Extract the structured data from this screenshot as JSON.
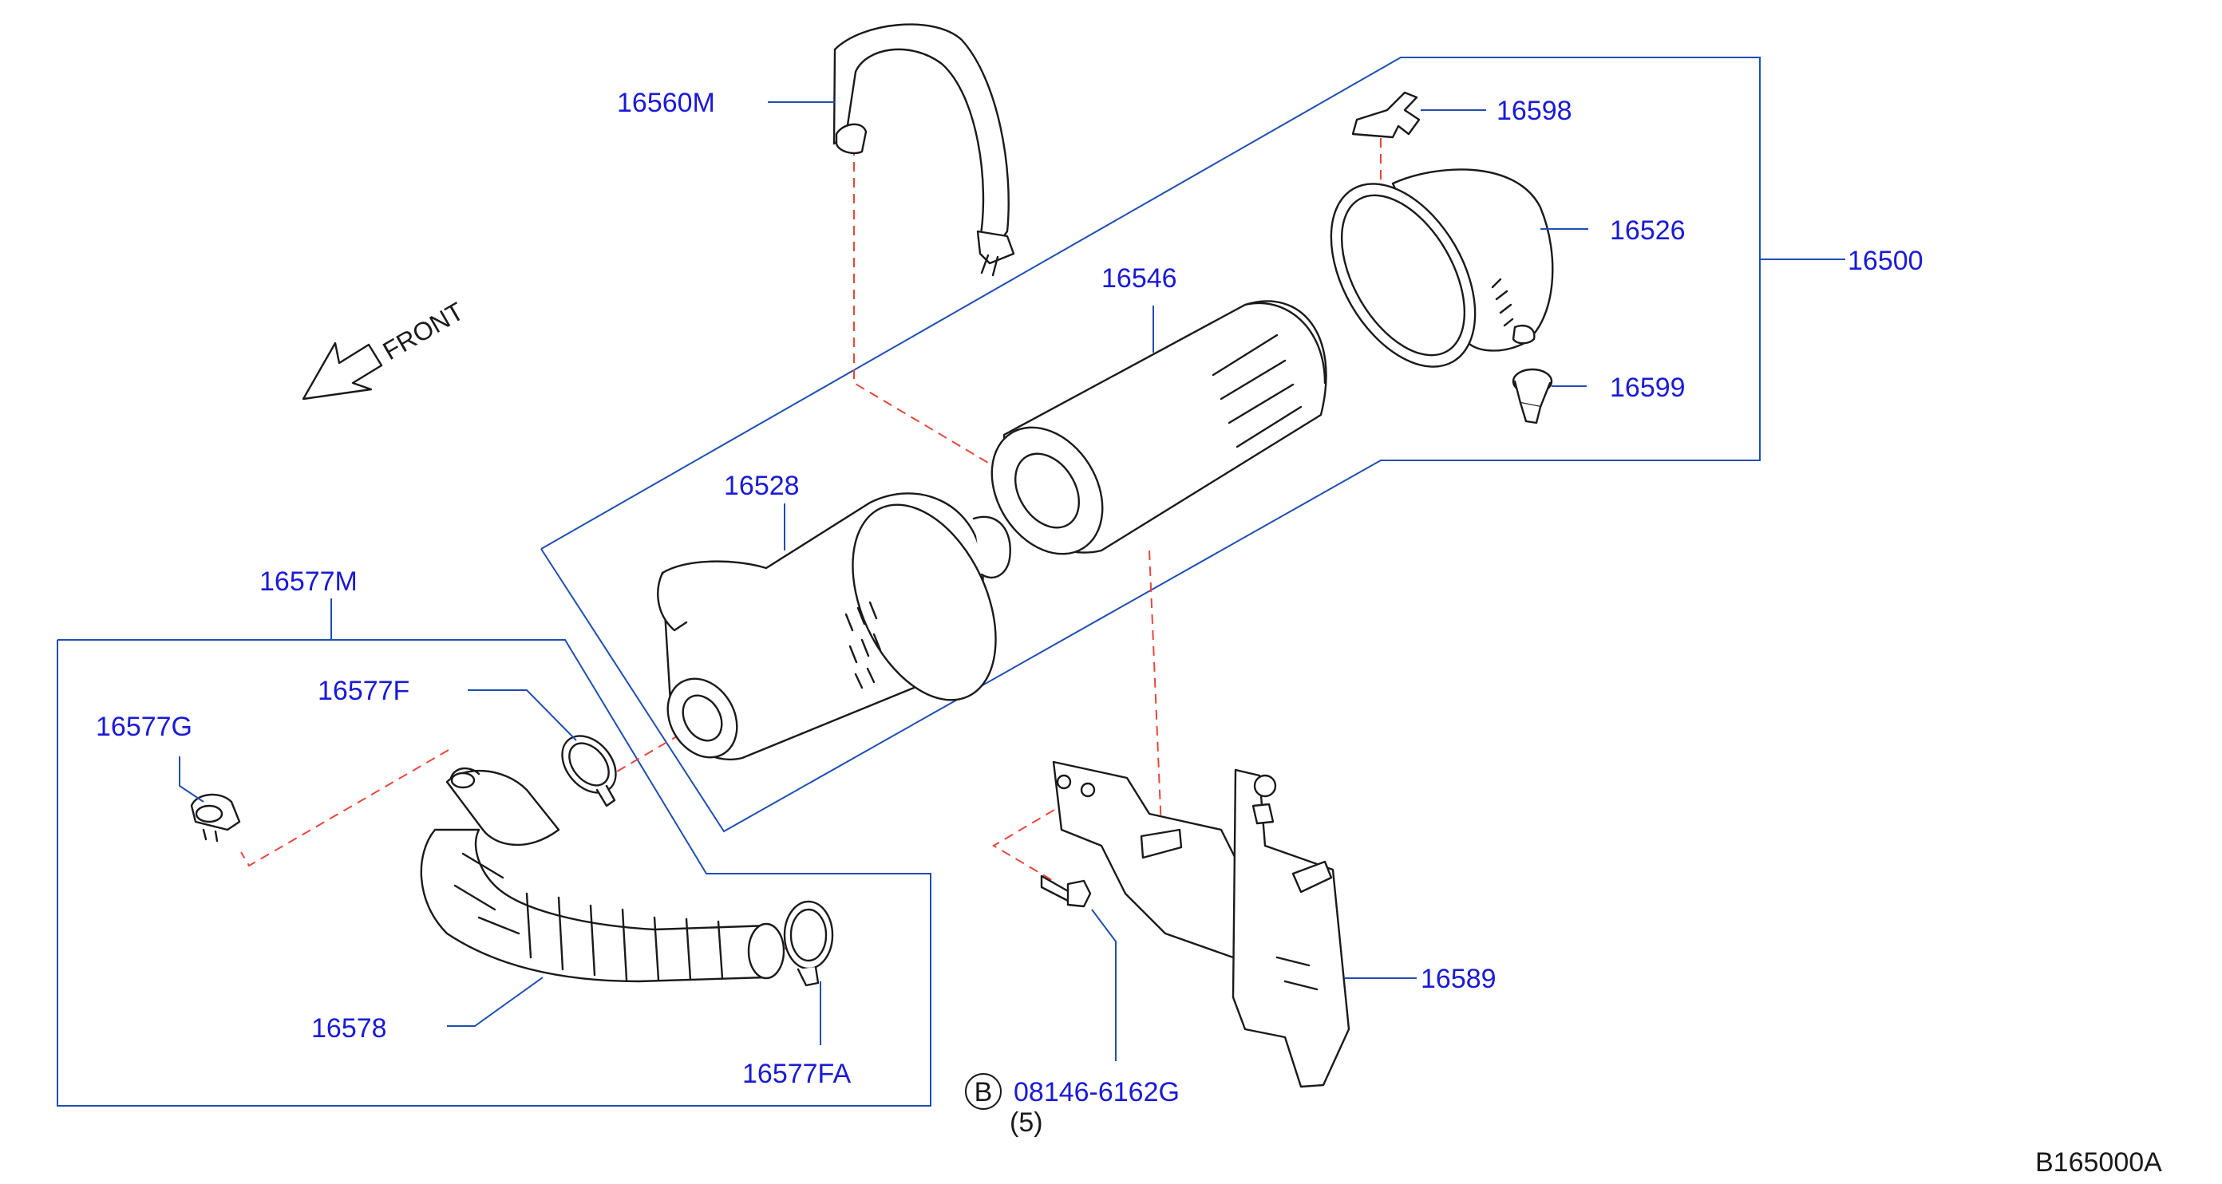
{
  "parts": {
    "p16560M": "16560M",
    "p16598": "16598",
    "p16526": "16526",
    "p16500": "16500",
    "p16546": "16546",
    "p16599": "16599",
    "p16528": "16528",
    "p16577M": "16577M",
    "p16577F": "16577F",
    "p16577G": "16577G",
    "p16578": "16578",
    "p16577FA": "16577FA",
    "p16589": "16589",
    "bolt": "08146-6162G",
    "bolt_qty": "(5)",
    "bolt_marker": "B"
  },
  "front_label": "FRONT",
  "diagram_code": "B165000A",
  "colors": {
    "label": "#1a1ad6",
    "leader": "#1f4fb0",
    "dashed_connector": "#e8463c",
    "line_art": "#1a1a1a"
  }
}
